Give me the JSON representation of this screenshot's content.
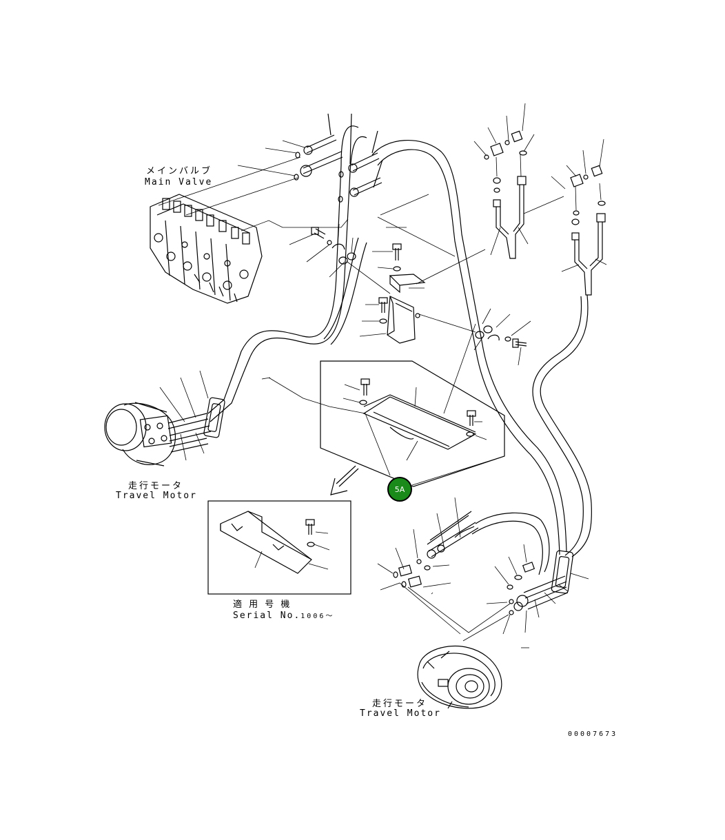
{
  "labels": {
    "main_valve_ja": "メインバルブ",
    "main_valve_en": "Main Valve",
    "travel_motor_left_ja": "走行モータ",
    "travel_motor_left_en": "Travel Motor",
    "travel_motor_right_ja": "走行モータ",
    "travel_motor_right_en": "Travel Motor",
    "serial_ja": "適 用 号 機",
    "serial_en": "Serial No.",
    "serial_range": "1006～",
    "drawing_number": "00007673"
  },
  "callout": {
    "label": "5A",
    "color": "#1a8a1a"
  },
  "colors": {
    "ink": "#000000",
    "paper": "#ffffff"
  }
}
